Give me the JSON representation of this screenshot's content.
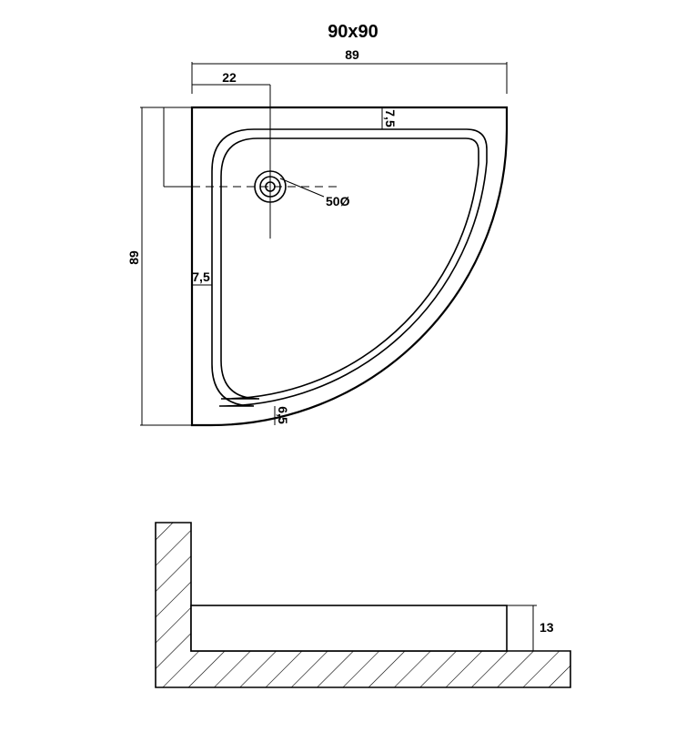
{
  "title": "90x90",
  "dimensions": {
    "top_width": "89",
    "drain_offset": "22",
    "left_height": "89",
    "top_rim": "7,5",
    "left_rim": "7,5",
    "bottom_rim": "6,5",
    "drain_diameter": "50Ø",
    "section_height": "13"
  }
}
